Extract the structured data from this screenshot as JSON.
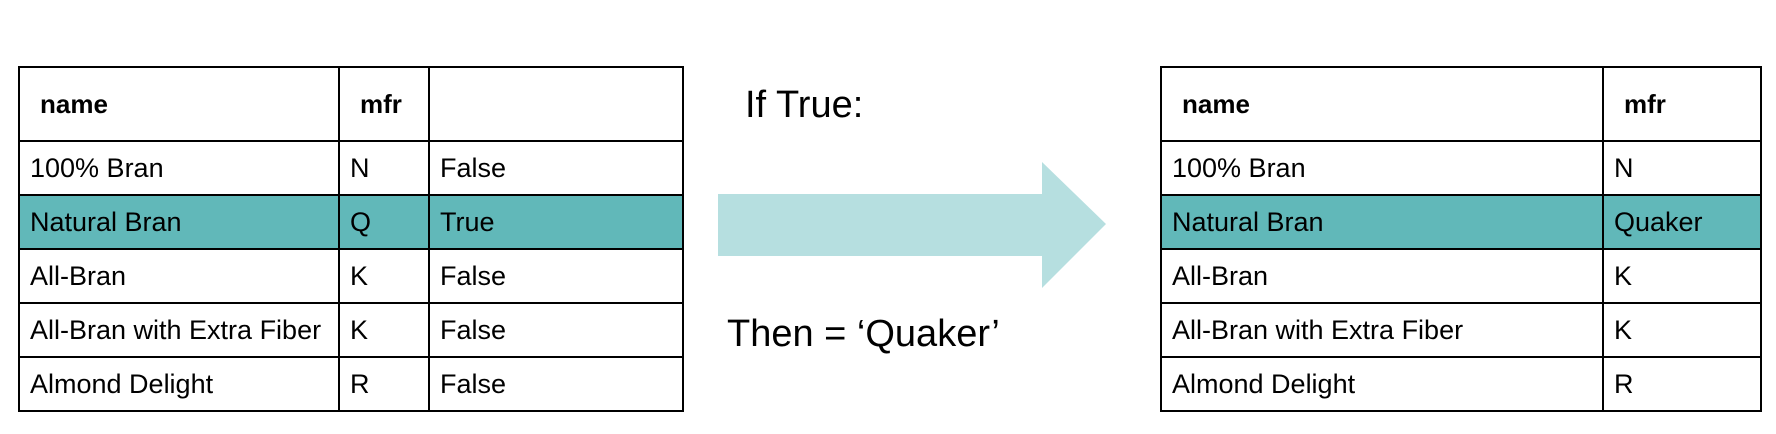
{
  "left_table": {
    "headers": [
      "name",
      "mfr",
      ""
    ],
    "rows": [
      [
        "100% Bran",
        "N",
        "False"
      ],
      [
        "Natural Bran",
        "Q",
        "True"
      ],
      [
        "All-Bran",
        "K",
        "False"
      ],
      [
        "All-Bran with Extra Fiber",
        "K",
        "False"
      ],
      [
        "Almond Delight",
        "R",
        "False"
      ]
    ]
  },
  "condition": {
    "if_text": "If True:",
    "then_text": "Then = ‘Quaker’"
  },
  "right_table": {
    "headers": [
      "name",
      "mfr"
    ],
    "rows": [
      [
        "100% Bran",
        "N"
      ],
      [
        "Natural Bran",
        "Quaker"
      ],
      [
        "All-Bran",
        "K"
      ],
      [
        "All-Bran with Extra Fiber",
        "K"
      ],
      [
        "Almond Delight",
        "R"
      ]
    ]
  },
  "colors": {
    "highlight_row": "#61b8b9",
    "arrow": "#b6dfe0"
  },
  "icons": {
    "arrow": "right-arrow-icon"
  }
}
